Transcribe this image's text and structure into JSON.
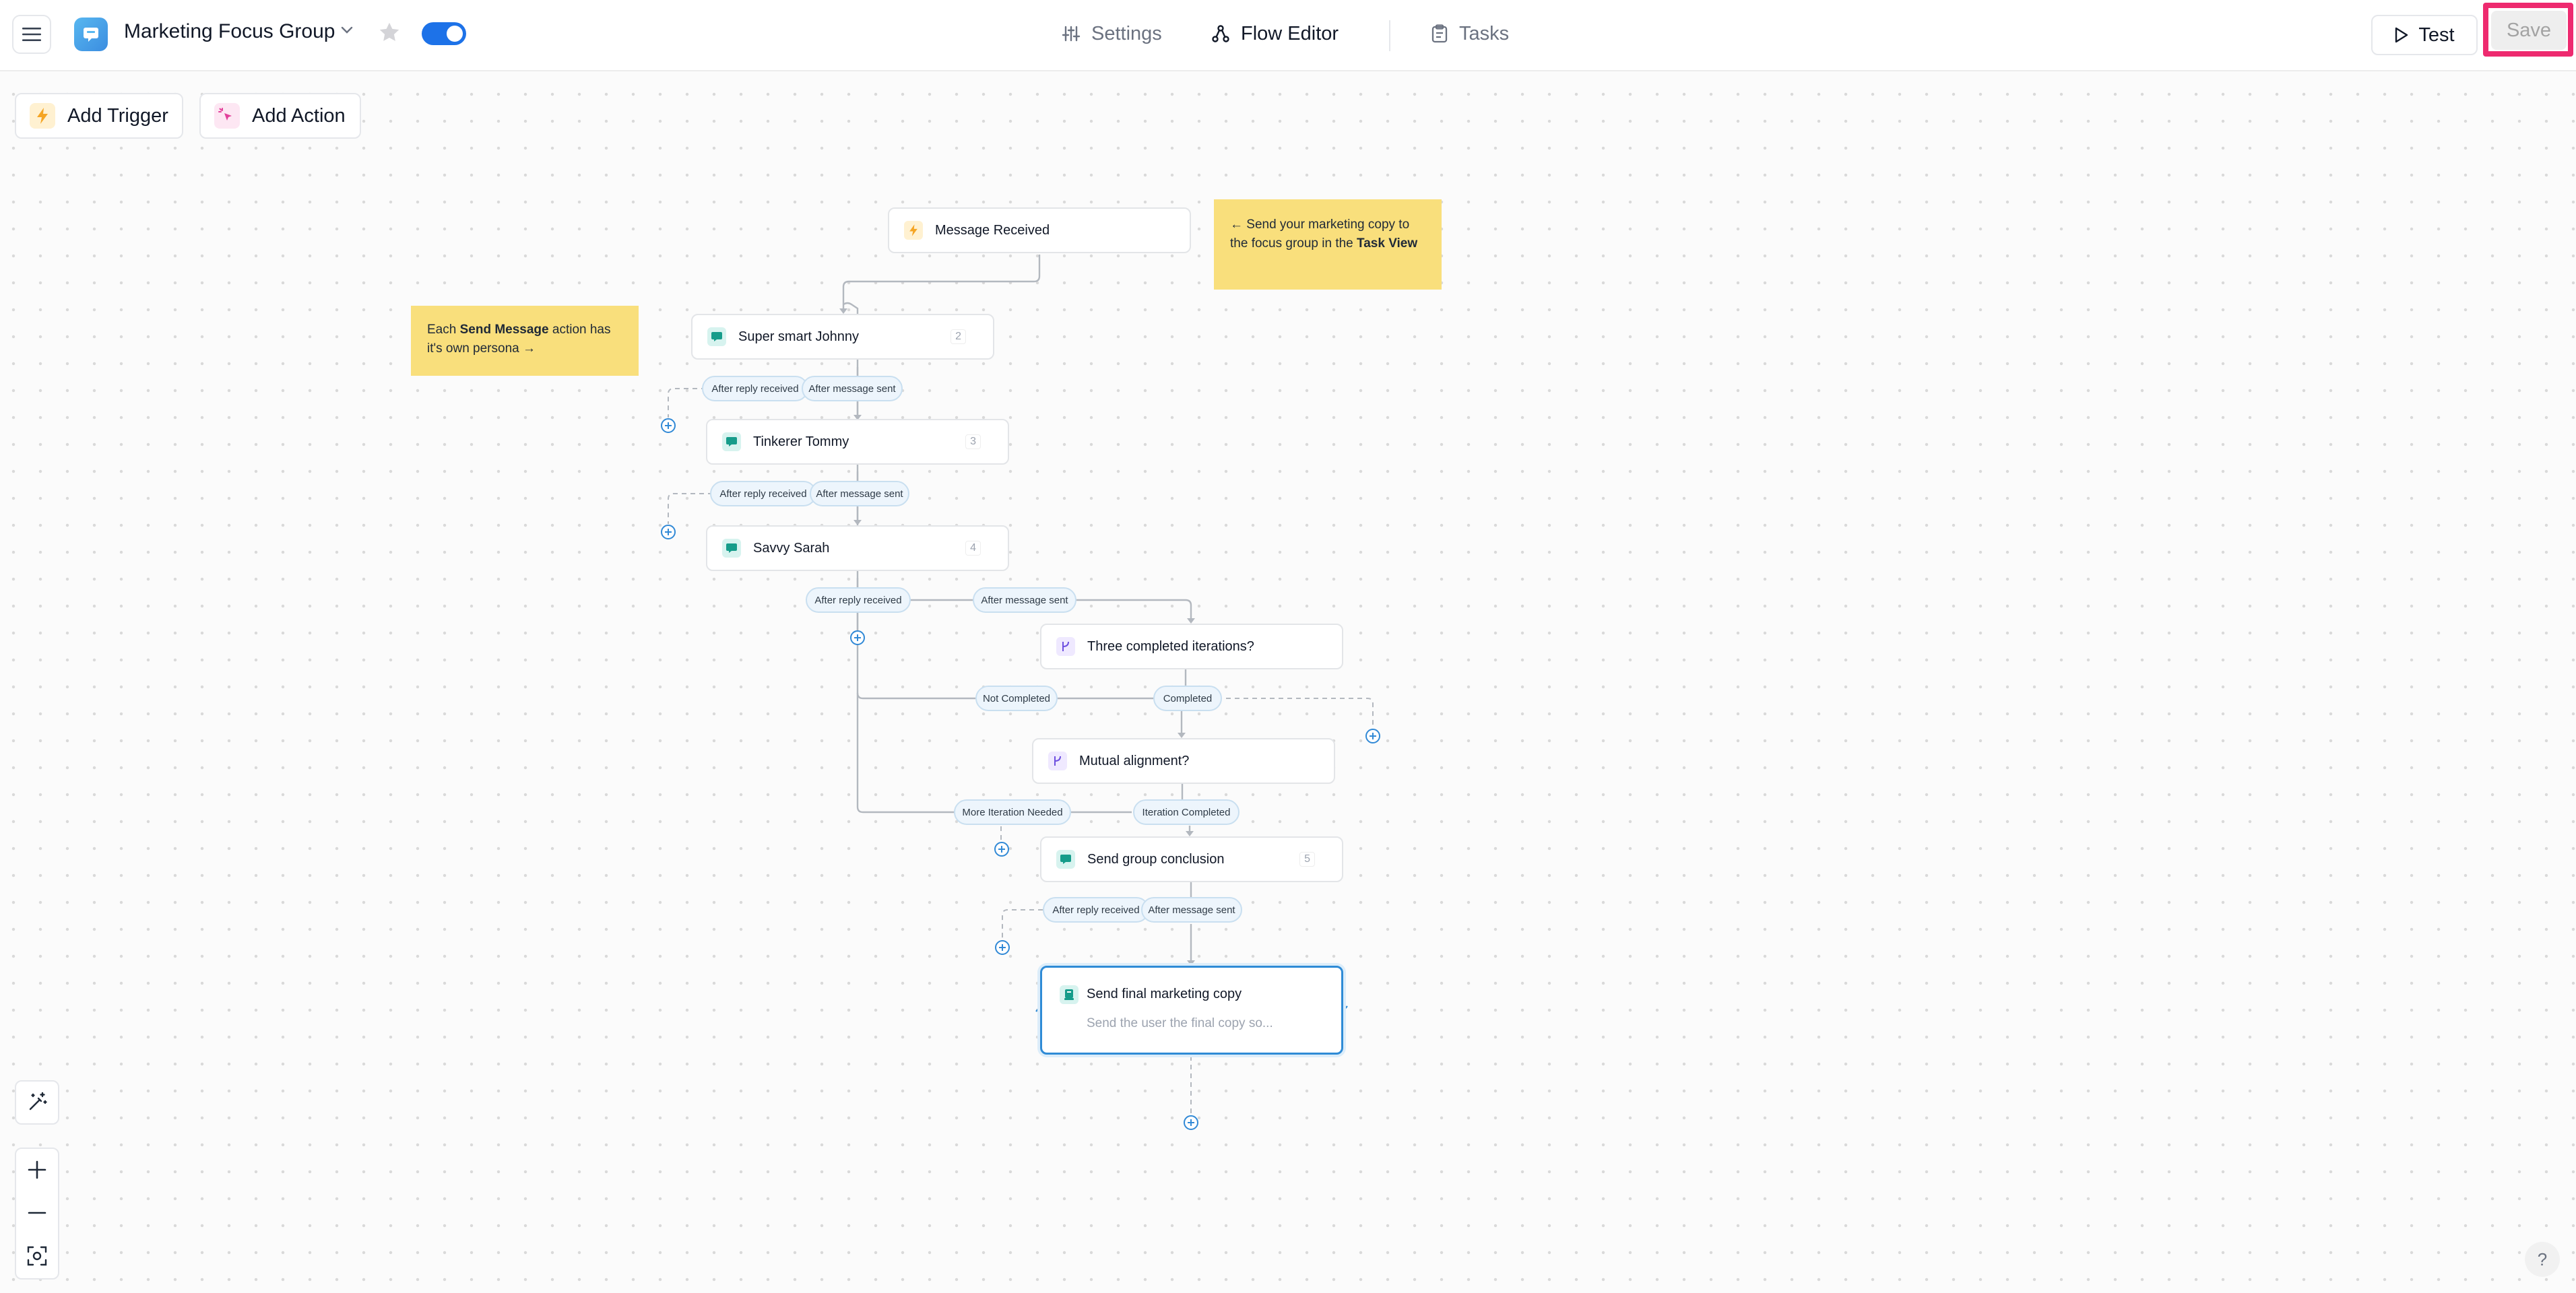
{
  "topbar": {
    "flow_name": "Marketing Focus Group",
    "enabled": true,
    "tabs": [
      {
        "label": "Settings",
        "icon": "sliders-icon",
        "active": false
      },
      {
        "label": "Flow Editor",
        "icon": "flow-icon",
        "active": true
      },
      {
        "label": "Tasks",
        "icon": "clipboard-icon",
        "active": false
      }
    ],
    "test_label": "Test",
    "save_label": "Save"
  },
  "toolbar": {
    "add_trigger": "Add Trigger",
    "add_action": "Add Action"
  },
  "notes": {
    "right": {
      "prefix": "← Send your marketing copy to the focus group in the ",
      "bold": "Task View"
    },
    "left": {
      "prefix": "Each ",
      "bold": "Send Message",
      "suffix": " action has it's own persona →"
    }
  },
  "nodes": {
    "trigger": {
      "title": "Message Received"
    },
    "johnny": {
      "title": "Super smart Johnny",
      "badge": "2"
    },
    "tommy": {
      "title": "Tinkerer Tommy",
      "badge": "3"
    },
    "sarah": {
      "title": "Savvy Sarah",
      "badge": "4"
    },
    "three_iter": {
      "title": "Three completed iterations?"
    },
    "mutual": {
      "title": "Mutual alignment?"
    },
    "conclusion": {
      "title": "Send group conclusion",
      "badge": "5"
    },
    "final": {
      "title": "Send final marketing copy",
      "subtitle": "Send the user the final copy so..."
    }
  },
  "edge_labels": {
    "after_reply_received": "After reply received",
    "after_message_sent": "After message sent",
    "not_completed": "Not Completed",
    "completed": "Completed",
    "more_iteration": "More Iteration Needed",
    "iteration_completed": "Iteration Completed"
  },
  "colors": {
    "accent": "#1d72e8",
    "save_highlight": "#ee2a6f",
    "note": "#f9df7c",
    "pill_border": "#c9dff0",
    "selected_border": "#2f8bd6"
  },
  "help_label": "?"
}
